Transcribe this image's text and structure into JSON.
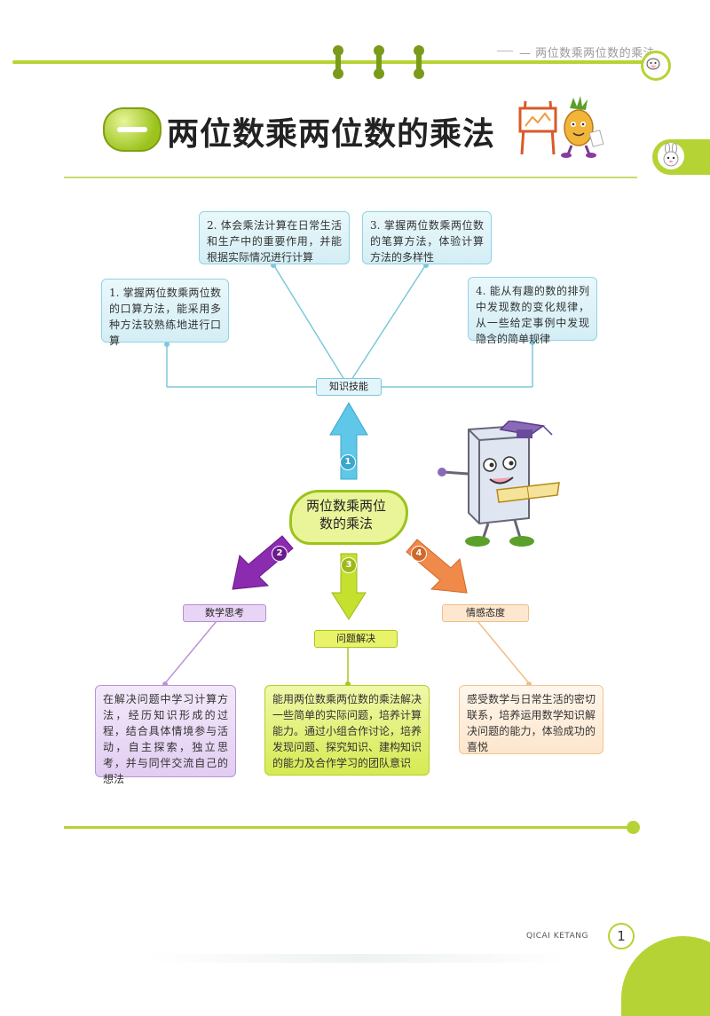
{
  "header": {
    "running_title": "— 两位数乘两位数的乘法"
  },
  "title": {
    "ordinal": "一",
    "text": "两位数乘两位数的乘法"
  },
  "center": {
    "line1": "两位数乘两位",
    "line2": "数的乘法"
  },
  "categories": {
    "knowledge": "知识技能",
    "thinking": "数学思考",
    "problem": "问题解决",
    "attitude": "情感态度"
  },
  "numbers": [
    "1",
    "2",
    "3",
    "4"
  ],
  "knowledge_goals": [
    "1. 掌握两位数乘两位数的口算方法，能采用多种方法较熟练地进行口算",
    "2. 体会乘法计算在日常生活和生产中的重要作用，并能根据实际情况进行计算",
    "3. 掌握两位数乘两位数的笔算方法，体验计算方法的多样性",
    "4. 能从有趣的数的排列中发现数的变化规律，从一些给定事例中发现隐含的简单规律"
  ],
  "thinking_text": "在解决问题中学习计算方法，经历知识形成的过程，结合具体情境参与活动，自主探索，独立思考，并与同伴交流自己的想法",
  "problem_text": "能用两位数乘两位数的乘法解决一些简单的实际问题，培养计算能力。通过小组合作讨论，培养发现问题、探究知识、建构知识的能力及合作学习的团队意识",
  "attitude_text": "感受数学与日常生活的密切联系，培养运用数学知识解决问题的能力，体验成功的喜悦",
  "footer": {
    "brand": "QICAI KETANG",
    "page": "1"
  },
  "colors": {
    "accent_green": "#b5d334",
    "arrow_blue": "#5fc7e8",
    "arrow_purple": "#8a2bb0",
    "arrow_yellow": "#c6e02e",
    "arrow_orange": "#f08a4a"
  }
}
